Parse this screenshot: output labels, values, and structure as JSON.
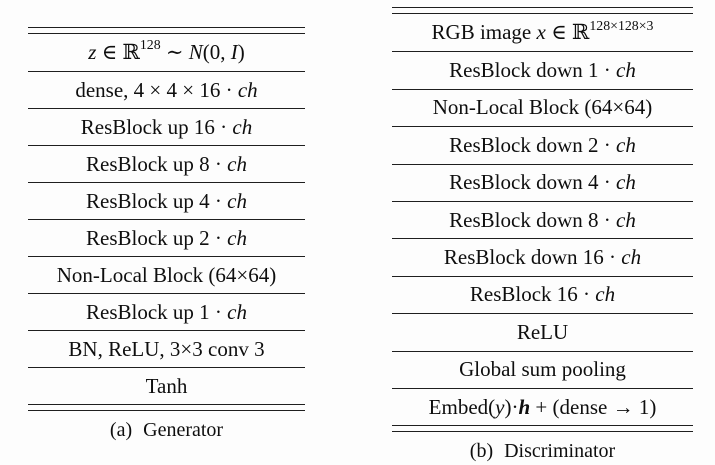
{
  "figure": {
    "background": "#fdfdfd",
    "text_color": "#0e0e0e",
    "rule_color": "#1f1f1f"
  },
  "generator": {
    "caption_label": "(a)",
    "caption_text": "Generator",
    "rows": [
      [
        {
          "t": "z",
          "s": "i"
        },
        {
          "t": " ∈ ",
          "s": "n"
        },
        {
          "t": "ℝ",
          "s": "bb"
        },
        {
          "t": "128",
          "s": "sup"
        },
        {
          "t": " ∼ ",
          "s": "n"
        },
        {
          "t": "N",
          "s": "cal"
        },
        {
          "t": "(0, ",
          "s": "n"
        },
        {
          "t": "I",
          "s": "i"
        },
        {
          "t": ")",
          "s": "n"
        }
      ],
      [
        {
          "t": "dense, 4 × 4 × 16 · ",
          "s": "n"
        },
        {
          "t": "ch",
          "s": "i"
        }
      ],
      [
        {
          "t": "ResBlock up 16 · ",
          "s": "n"
        },
        {
          "t": "ch",
          "s": "i"
        }
      ],
      [
        {
          "t": "ResBlock up 8 · ",
          "s": "n"
        },
        {
          "t": "ch",
          "s": "i"
        }
      ],
      [
        {
          "t": "ResBlock up 4 · ",
          "s": "n"
        },
        {
          "t": "ch",
          "s": "i"
        }
      ],
      [
        {
          "t": "ResBlock up 2 · ",
          "s": "n"
        },
        {
          "t": "ch",
          "s": "i"
        }
      ],
      [
        {
          "t": "Non-Local Block (64×64)",
          "s": "n"
        }
      ],
      [
        {
          "t": "ResBlock up 1 · ",
          "s": "n"
        },
        {
          "t": "ch",
          "s": "i"
        }
      ],
      [
        {
          "t": "BN, ReLU, 3×3 conv 3",
          "s": "n"
        }
      ],
      [
        {
          "t": "Tanh",
          "s": "n"
        }
      ]
    ]
  },
  "discriminator": {
    "caption_label": "(b)",
    "caption_text": "Discriminator",
    "rows": [
      [
        {
          "t": "RGB image ",
          "s": "n"
        },
        {
          "t": "x",
          "s": "i"
        },
        {
          "t": " ∈ ",
          "s": "n"
        },
        {
          "t": "ℝ",
          "s": "bb"
        },
        {
          "t": "128×128×3",
          "s": "sup"
        }
      ],
      [
        {
          "t": "ResBlock down 1 · ",
          "s": "n"
        },
        {
          "t": "ch",
          "s": "i"
        }
      ],
      [
        {
          "t": "Non-Local Block (64×64)",
          "s": "n"
        }
      ],
      [
        {
          "t": "ResBlock down 2 · ",
          "s": "n"
        },
        {
          "t": "ch",
          "s": "i"
        }
      ],
      [
        {
          "t": "ResBlock down 4 · ",
          "s": "n"
        },
        {
          "t": "ch",
          "s": "i"
        }
      ],
      [
        {
          "t": "ResBlock down 8 · ",
          "s": "n"
        },
        {
          "t": "ch",
          "s": "i"
        }
      ],
      [
        {
          "t": "ResBlock down 16 · ",
          "s": "n"
        },
        {
          "t": "ch",
          "s": "i"
        }
      ],
      [
        {
          "t": "ResBlock 16 · ",
          "s": "n"
        },
        {
          "t": "ch",
          "s": "i"
        }
      ],
      [
        {
          "t": "ReLU",
          "s": "n"
        }
      ],
      [
        {
          "t": "Global sum pooling",
          "s": "n"
        }
      ],
      [
        {
          "t": "Embed(",
          "s": "n"
        },
        {
          "t": "y",
          "s": "i"
        },
        {
          "t": ")·",
          "s": "n"
        },
        {
          "t": "h",
          "s": "bi"
        },
        {
          "t": " + (dense → 1)",
          "s": "n"
        }
      ]
    ]
  }
}
